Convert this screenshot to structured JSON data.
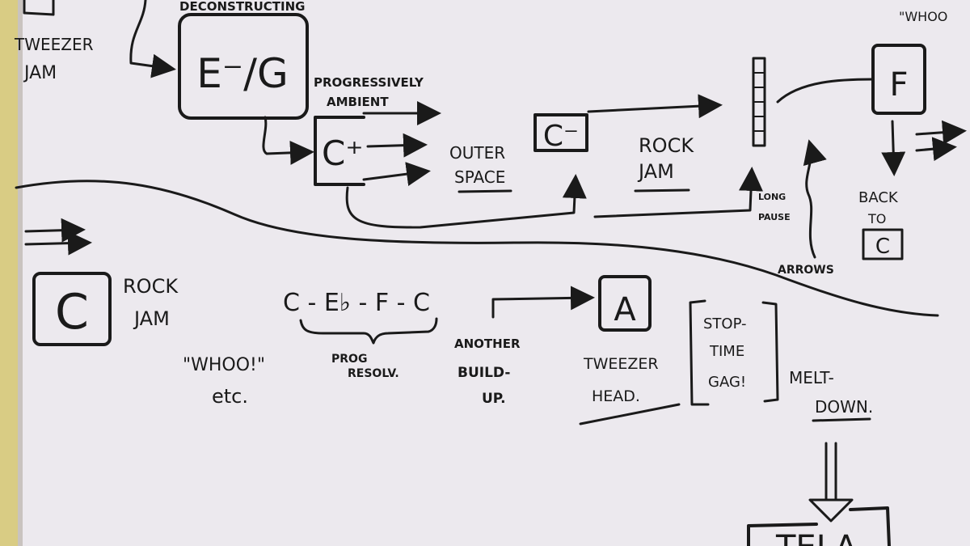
{
  "top_row": {
    "tweezer_jam": [
      "TWEEZER",
      "JAM"
    ],
    "deconstructing": "DECONSTRUCTING",
    "eg_box": "E⁻/G",
    "prog_ambient": [
      "PROGRESSIVELY",
      "AMBIENT"
    ],
    "c_plus": "C⁺",
    "outer_space": [
      "OUTER",
      "SPACE"
    ],
    "c_minus": "C⁻",
    "rock_jam": [
      "ROCK",
      "JAM"
    ],
    "long_pause": [
      "LONG",
      "PAUSE"
    ],
    "f_box": "F",
    "whoo_tag": "\"WHOO",
    "back_to": [
      "BACK",
      "TO"
    ],
    "c_small": "C",
    "arrows": "ARROWS"
  },
  "bottom_row": {
    "c_box": "C",
    "rock_jam": [
      "ROCK",
      "JAM"
    ],
    "progression": "C - E♭ - F - C",
    "prog_resolv": [
      "PROG",
      "RESOLV."
    ],
    "whoo": [
      "\"WHOO!\"",
      "etc."
    ],
    "another_buildup": [
      "ANOTHER",
      "BUILD-",
      "UP."
    ],
    "a_box": "A",
    "tweezer_head": [
      "TWEEZER",
      "HEAD."
    ],
    "stop_time_gag": [
      "STOP-",
      "TIME",
      "GAG!"
    ],
    "melt_down": [
      "MELT-",
      "DOWN."
    ],
    "tela_box": "TELA"
  }
}
